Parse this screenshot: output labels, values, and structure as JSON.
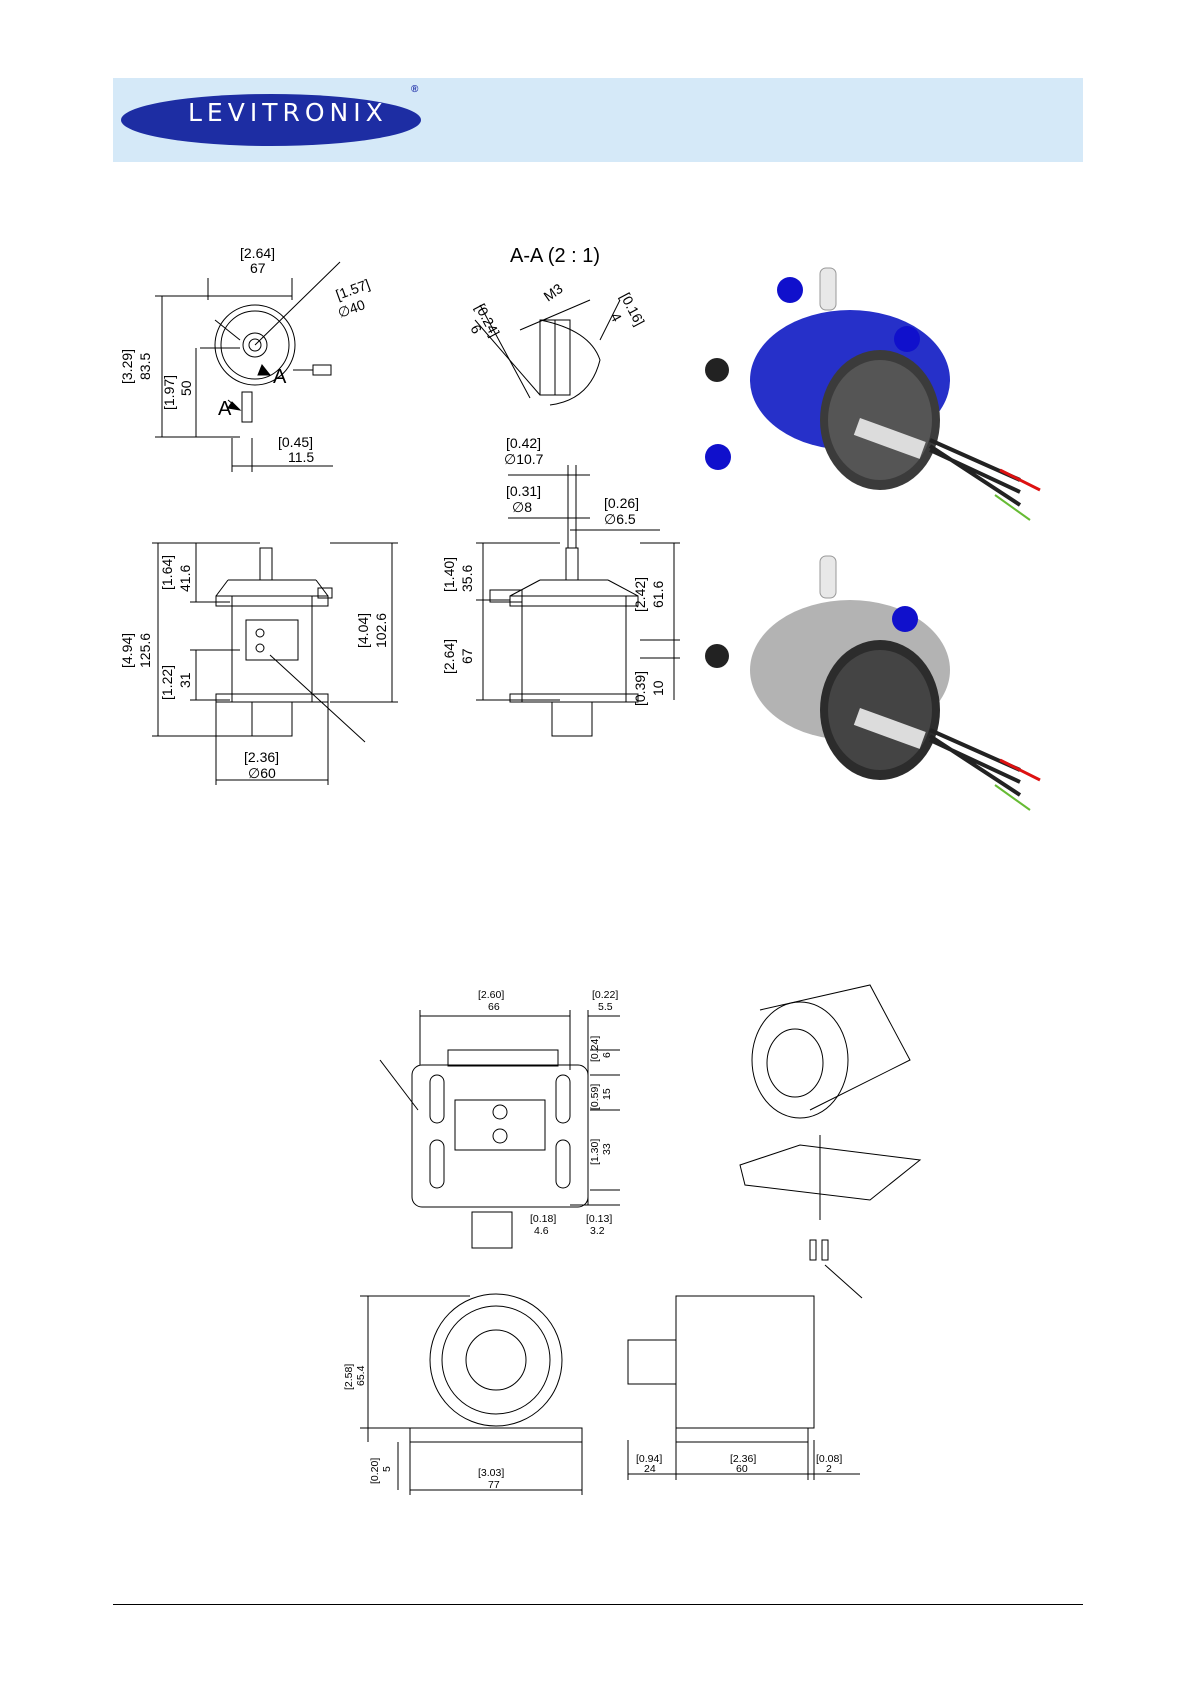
{
  "header": {
    "brand": "LEVITRONIX",
    "reg_mark": "®",
    "accent": "#d5e9f8",
    "logo_color": "#1d2da3"
  },
  "drawing1": {
    "top_view": {
      "width_in": "[2.64]",
      "width_mm": "67",
      "diam_in": "[1.57]",
      "diam_mm": "∅40",
      "height_in": "[3.29]",
      "height_mm": "83.5",
      "center_in": "[1.97]",
      "center_mm": "50",
      "offset_in": "[0.45]",
      "offset_mm": "11.5",
      "section_a1": "A",
      "section_a2": "A"
    },
    "section": {
      "title": "A-A (2 : 1)",
      "thread": "M3",
      "left_in": "[0.24]",
      "left_mm": "6",
      "right_in": "[0.16]",
      "right_mm": "4"
    },
    "front_view": {
      "top_in": "[1.64]",
      "top_mm": "41.6",
      "total_in": "[4.94]",
      "total_mm": "125.6",
      "body_in": "[4.04]",
      "body_mm": "102.6",
      "low_in": "[1.22]",
      "low_mm": "31",
      "diam_in": "[2.36]",
      "diam_mm": "∅60"
    },
    "side_view": {
      "d1_in": "[0.42]",
      "d1_mm": "∅10.7",
      "d2_in": "[0.31]",
      "d2_mm": "∅8",
      "d3_in": "[0.26]",
      "d3_mm": "∅6.5",
      "top_in": "[1.40]",
      "top_mm": "35.6",
      "mid_in": "[2.42]",
      "mid_mm": "61.6",
      "low_in": "[2.64]",
      "low_mm": "67",
      "base_in": "[0.39]",
      "base_mm": "10"
    }
  },
  "drawing2": {
    "bracket_front": {
      "w_in": "[2.60]",
      "w_mm": "66",
      "r_in": "[0.22]",
      "r_mm": "5.5",
      "a_in": "[0.24]",
      "a_mm": "6",
      "b_in": "[0.59]",
      "b_mm": "15",
      "c_in": "[1.30]",
      "c_mm": "33",
      "e_in": "[0.18]",
      "e_mm": "4.6",
      "f_in": "[0.13]",
      "f_mm": "3.2"
    },
    "bracket_end": {
      "h_in": "[2.58]",
      "h_mm": "65.4",
      "t_in": "[0.20]",
      "t_mm": "5",
      "w_in": "[3.03]",
      "w_mm": "77"
    },
    "bracket_side": {
      "a_in": "[0.94]",
      "a_mm": "24",
      "b_in": "[2.36]",
      "b_mm": "60",
      "c_in": "[0.08]",
      "c_mm": "2"
    }
  }
}
